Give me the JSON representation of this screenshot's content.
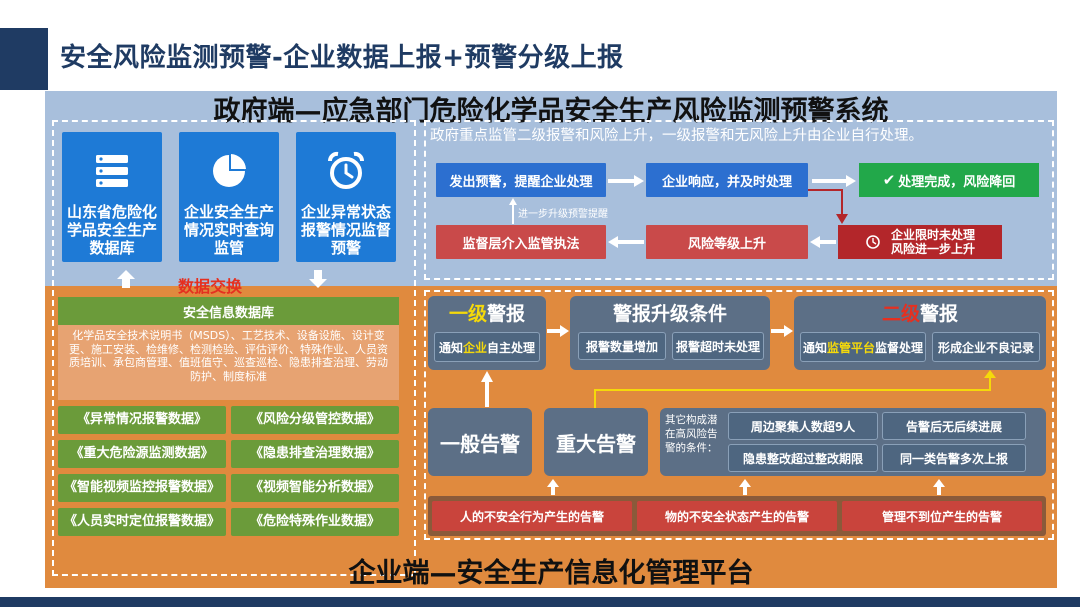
{
  "header": {
    "title": "安全风险监测预警-企业数据上报+预警分级上报"
  },
  "gov": {
    "title": "政府端—应急部门危险化学品安全生产风险监测预警系统",
    "note": "政府重点监管二级报警和风险上升，一级报警和无风险上升由企业自行处理。",
    "tiles": [
      {
        "label": "山东省危险化学品安全生产数据库",
        "icon": "database-icon"
      },
      {
        "label": "企业安全生产情况实时查询监管",
        "icon": "pie-chart-icon"
      },
      {
        "label": "企业异常状态报警情况监督预警",
        "icon": "alarm-clock-icon"
      }
    ],
    "flow": {
      "issue_warning": "发出预警，提醒企业处理",
      "enterprise_respond": "企业响应，并及时处理",
      "done": "处理完成，风险降回",
      "supervise": "监督层介入监管执法",
      "risk_up": "风险等级上升",
      "timeout_line1": "企业限时未处理",
      "timeout_line2": "风险进一步上升",
      "escalate_note": "进一步升级预警提醒"
    }
  },
  "exchange_label": "数据交换",
  "safety_db": {
    "title": "安全信息数据库",
    "body": "化学品安全技术说明书（MSDS）、工艺技术、设备设施、设计变更、施工安装、检维修、检测检验、评估评价、特殊作业、人员资质培训、承包商管理、值班值守、巡查巡检、隐患排查治理、劳动防护、制度标准"
  },
  "data_buttons": [
    "《异常情况报警数据》",
    "《风险分级管控数据》",
    "《重大危险源监测数据》",
    "《隐患排查治理数据》",
    "《智能视频监控报警数据》",
    "《视频智能分析数据》",
    "《人员实时定位报警数据》",
    "《危险特殊作业数据》"
  ],
  "ent": {
    "title": "企业端—安全生产信息化管理平台",
    "level1": {
      "title_highlight": "一级",
      "title_rest": "警报",
      "btn_pre": "通知",
      "btn_hl": "企业",
      "btn_post": "自主处理"
    },
    "upgrade": {
      "title": "警报升级条件",
      "btn1": "报警数量增加",
      "btn2": "报警超时未处理"
    },
    "level2": {
      "title_highlight": "二级",
      "title_rest": "警报",
      "btn1_pre": "通知",
      "btn1_hl": "监管平台",
      "btn1_post": "监督处理",
      "btn2": "形成企业不良记录"
    },
    "general_alarm": "一般告警",
    "major_alarm": "重大告警",
    "cond_note": "其它构成潜在高风险告警的条件：",
    "conditions": [
      "周边聚集人数超9人",
      "告警后无后续进展",
      "隐患整改超过整改期限",
      "同一类告警多次上报"
    ],
    "sources": [
      "人的不安全行为产生的告警",
      "物的不安全状态产生的告警",
      "管理不到位产生的告警"
    ]
  },
  "colors": {
    "navy": "#1f3b63",
    "gov_bg": "#a8bfdc",
    "ent_bg": "#e08a3e",
    "tile_blue": "#1e7ad6",
    "green": "#6b9b3a",
    "red": "#c94a4a",
    "highlight_yellow": "#f5d90a",
    "highlight_red": "#e53020"
  }
}
